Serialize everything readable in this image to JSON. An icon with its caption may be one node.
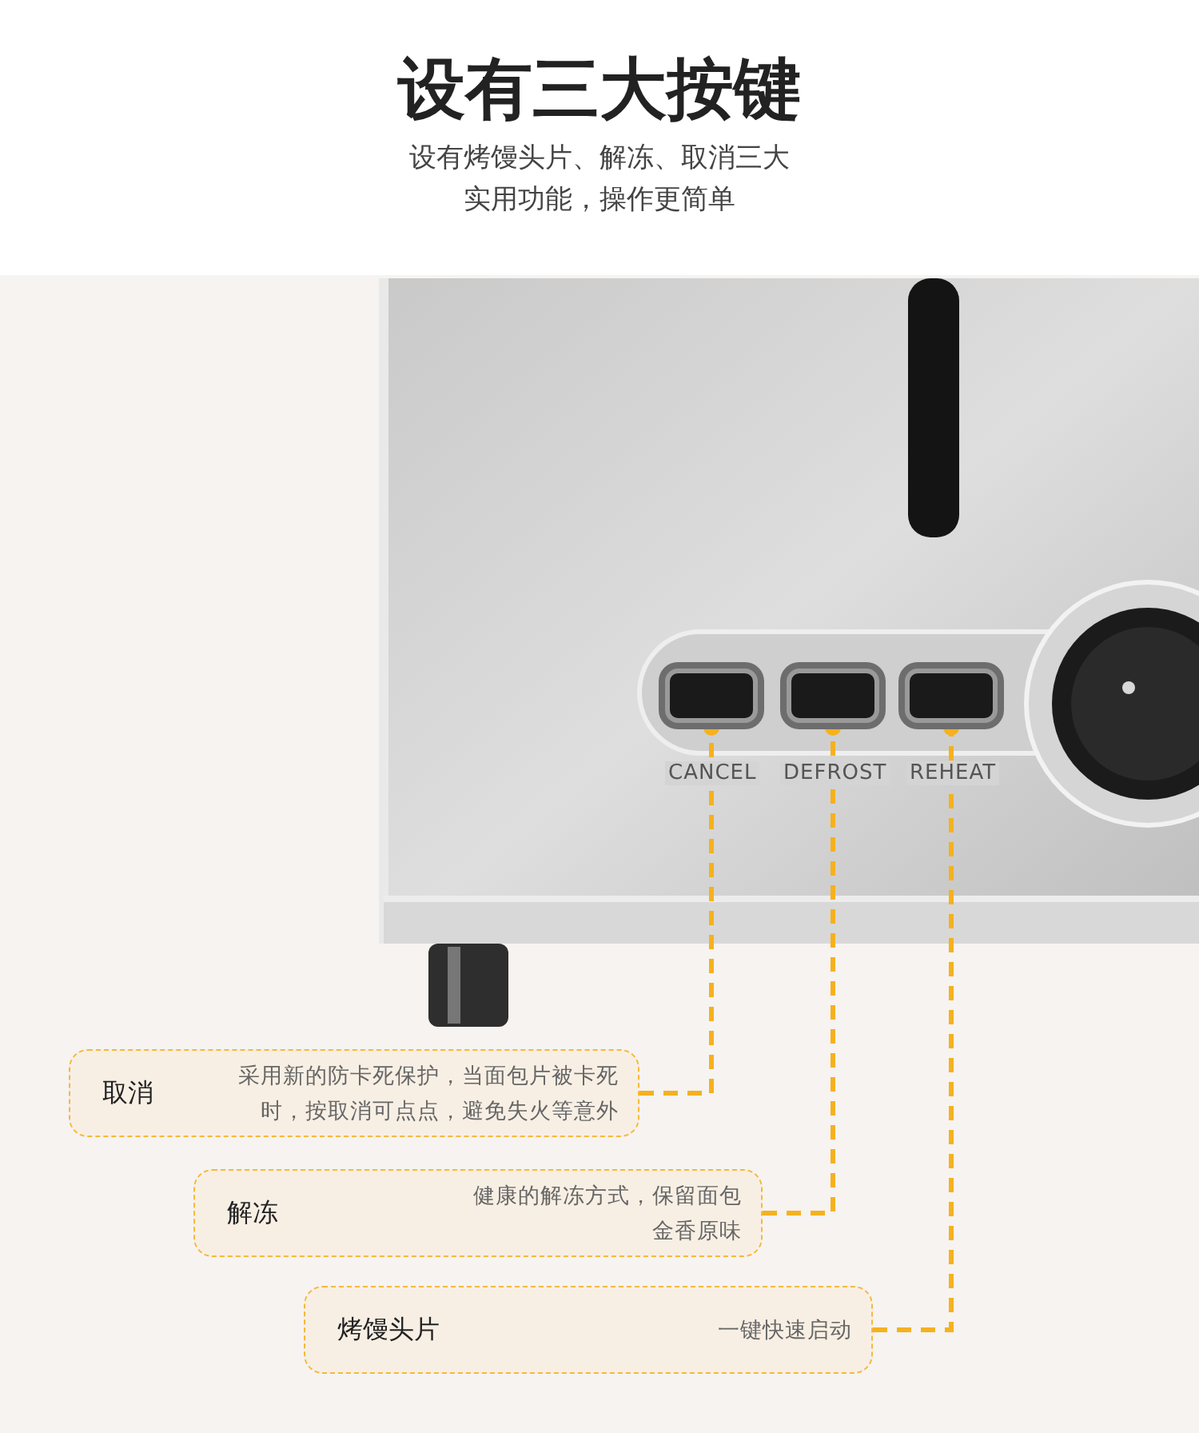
{
  "diagram": {
    "title": "设有三大按键",
    "caption": "设有烤馒头片、解冻、取消三大实用功能，操作更简单",
    "nodes": [
      {
        "text": [],
        "shape": "box"
      },
      {
        "text": [],
        "shape": "box"
      },
      {
        "text": [],
        "shape": "box"
      },
      {
        "text": [
          "取消",
          "采用新的防卡死保护，当面包片被卡死时，按取消可点点，避免失火等意外"
        ]
      },
      {
        "text": [
          "解冻",
          "健康的解冻方式，保留面包金香原味"
        ]
      },
      {
        "text": [
          "烤馒头片",
          "一键快速启动"
        ]
      }
    ],
    "edges": [
      {
        "from": 3,
        "to": 0,
        "arrow": "other",
        "style": "dashed"
      },
      {
        "from": 4,
        "to": 1,
        "arrow": "other",
        "style": "dashed"
      },
      {
        "from": 5,
        "to": 2,
        "arrow": "other",
        "style": "dashed"
      }
    ],
    "labels": [
      "CANCEL",
      "DEFROST",
      "REHEAT"
    ]
  }
}
